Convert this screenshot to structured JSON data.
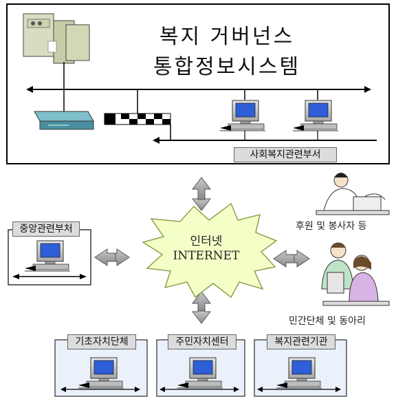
{
  "title_line1": "복지 거버넌스",
  "title_line2": "통합정보시스템",
  "labels": {
    "social_welfare_dept": "사회복지관련부서",
    "central_dept": "중앙관련부처",
    "local_gov": "기초자치단체",
    "community_center": "주민자치센터",
    "welfare_institution": "복지관련기관",
    "sponsors": "후원 및 봉사자 등",
    "civil_groups": "민간단체 및 동아리"
  },
  "internet": {
    "korean": "인터넷",
    "english": "INTERNET"
  }
}
